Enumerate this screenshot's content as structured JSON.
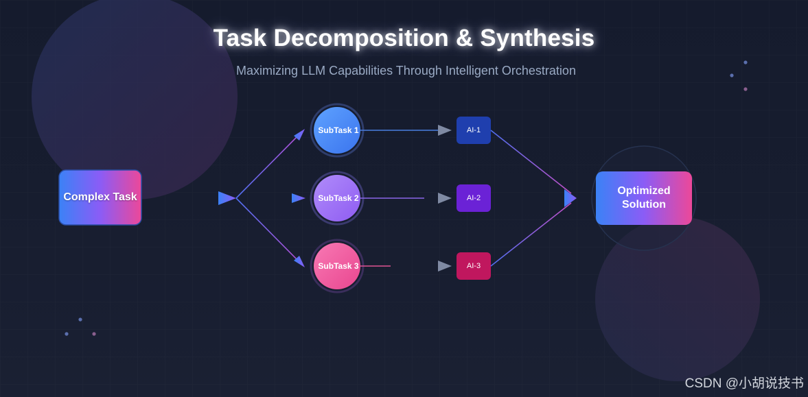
{
  "title": "Task Decomposition & Synthesis",
  "subtitle": "Maximizing LLM Capabilities Through Intelligent Orchestration",
  "input_node": {
    "label": "Complex Task"
  },
  "subtasks": [
    {
      "label": "SubTask 1",
      "agent": "AI-1",
      "color": "#4a8dff",
      "agent_color": "#1e3fae"
    },
    {
      "label": "SubTask 2",
      "agent": "AI-2",
      "color": "#a277f7",
      "agent_color": "#6b22d6"
    },
    {
      "label": "SubTask 3",
      "agent": "AI-3",
      "color": "#ef5ba1",
      "agent_color": "#c0175e"
    }
  ],
  "output_node": {
    "label": "Optimized Solution"
  },
  "watermark": "CSDN @小胡说技书",
  "colors": {
    "background": "#161c2e",
    "accent_blue": "#3b82f6",
    "accent_pink": "#ec4899",
    "title_text": "#ffffff",
    "subtitle_text": "#9aaac4"
  }
}
